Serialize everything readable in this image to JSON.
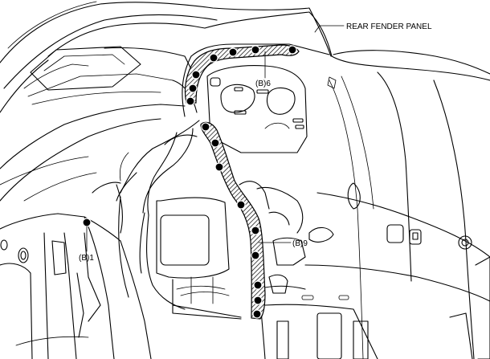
{
  "labels": {
    "rear_fender_panel": "REAR FENDER PANEL",
    "spot_top": "(B)6",
    "spot_pillar": "(B)9",
    "spot_left": "(B)1"
  },
  "colors": {
    "line": "#000000",
    "background": "#ffffff",
    "weld_point": "#000000"
  },
  "icons": {
    "weld_point": "filled-circle-icon",
    "seam_hatch": "diagonal-hatch-pattern"
  }
}
